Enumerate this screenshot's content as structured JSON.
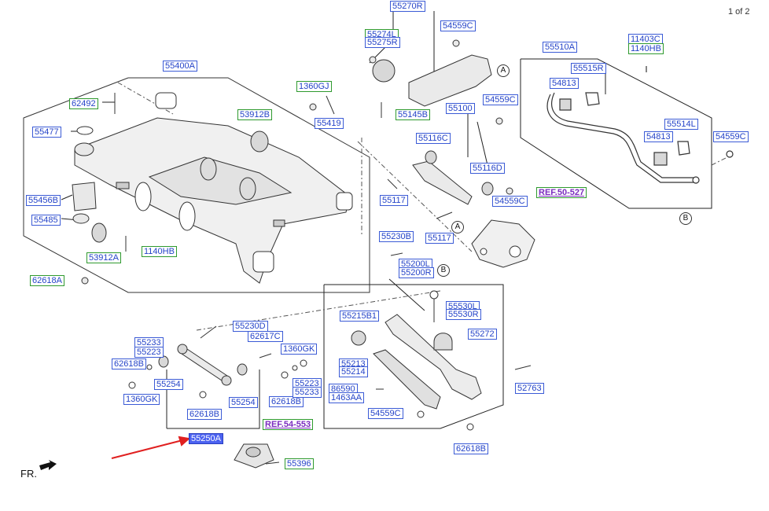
{
  "page_indicator": "1 of 2",
  "orientation_label": "FR.",
  "labels": {
    "l_55270R": "55270R",
    "l_55274L": "55274L",
    "l_55275R": "55275R",
    "l_54559C_a": "54559C",
    "l_55145B": "55145B",
    "l_55400A": "55400A",
    "l_62492": "62492",
    "l_1360GJ": "1360GJ",
    "l_55419": "55419",
    "l_53912B": "53912B",
    "l_55477": "55477",
    "l_55456B": "55456B",
    "l_55485": "55485",
    "l_53912A": "53912A",
    "l_1140HB_a": "1140HB",
    "l_62618A": "62618A",
    "l_55100": "55100",
    "l_54559C_b": "54559C",
    "l_55116C": "55116C",
    "l_55116D": "55116D",
    "l_55117_a": "55117",
    "l_54559C_c": "54559C",
    "l_55117_b": "55117",
    "l_55510A": "55510A",
    "l_11403C": "11403C",
    "l_1140HB_b": "1140HB",
    "l_55515R": "55515R",
    "l_54813_a": "54813",
    "l_55514L": "55514L",
    "l_54813_b": "54813",
    "l_54559C_d": "54559C",
    "l_55230B": "55230B",
    "l_55200L": "55200L",
    "l_55200R": "55200R",
    "l_55230D": "55230D",
    "l_55233_a": "55233",
    "l_55223_a": "55223",
    "l_62617C": "62617C",
    "l_1360GK_a": "1360GK",
    "l_62618B_a": "62618B",
    "l_55254_a": "55254",
    "l_1360GK_b": "1360GK",
    "l_62618B_b": "62618B",
    "l_55254_b": "55254",
    "l_62618B_c": "62618B",
    "l_55223_b": "55223",
    "l_55233_b": "55233",
    "l_55250A": "55250A",
    "l_55396": "55396",
    "l_55215B1": "55215B1",
    "l_55530L": "55530L",
    "l_55530R": "55530R",
    "l_55272": "55272",
    "l_55213": "55213",
    "l_55214": "55214",
    "l_86590": "86590",
    "l_1463AA": "1463AA",
    "l_54559C_e": "54559C",
    "l_52763": "52763",
    "l_62618B_d": "62618B"
  },
  "references": {
    "ref_50_527": "REF.50-527",
    "ref_54_553": "REF.54-553"
  },
  "callouts": {
    "A": "A",
    "B": "B"
  },
  "colors": {
    "label_text": "#2443c8",
    "label_border_blue": "#3b5bd6",
    "label_border_green": "#2f9a2f",
    "selected_fill": "#4b62f0",
    "ref_text": "#7b2cbf",
    "pointer_arrow": "#e02020"
  }
}
